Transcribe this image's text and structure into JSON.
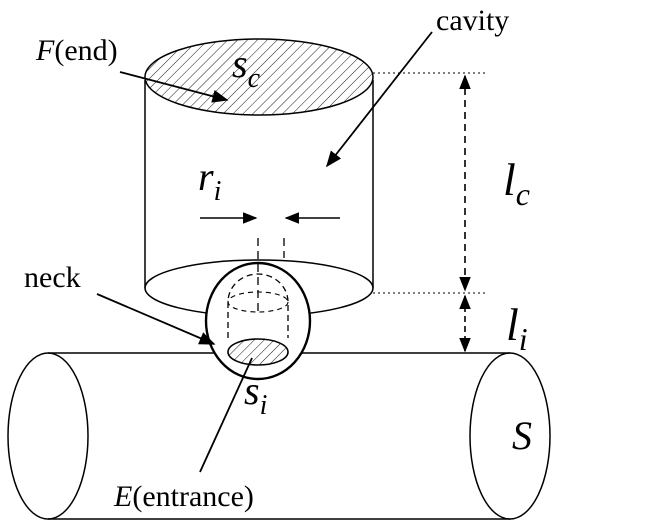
{
  "labels": {
    "cavity": "cavity",
    "neck": "neck",
    "F": "F",
    "end": "(end)",
    "s": "s",
    "sub_c": "c",
    "r": "r",
    "sub_i": "i",
    "l": "l",
    "E": "E",
    "entrance": "(entrance)",
    "S": "S"
  },
  "colors": {
    "stroke": "#000000",
    "background": "#ffffff"
  }
}
